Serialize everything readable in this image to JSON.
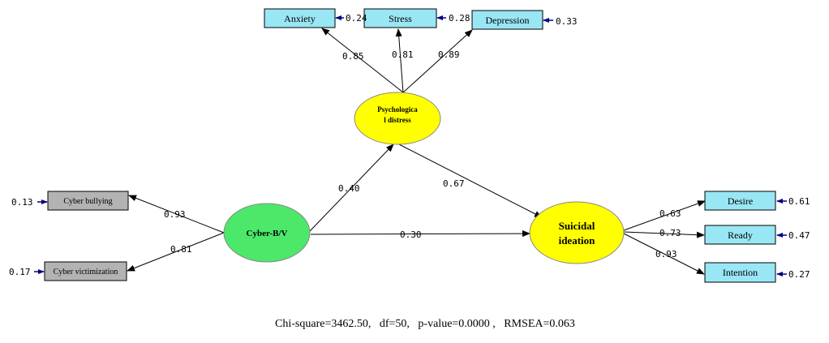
{
  "colors": {
    "indicator_box": "#99E6F5",
    "cyber_box": "#B3B3B3",
    "psych_ellipse": "#FFFF00",
    "cyber_ellipse": "#4CE86A",
    "suicidal_ellipse": "#FFFF00",
    "arrow": "#000000",
    "error_arrow": "#000080"
  },
  "nodes": {
    "anxiety": "Anxiety",
    "stress": "Stress",
    "depression": "Depression",
    "psych_line1": "Psychologica",
    "psych_line2": "l distress",
    "cyber_bullying": "Cyber bullying",
    "cyber_victimization": "Cyber victimization",
    "cyber_bv": "Cyber-B/V",
    "suicidal_line1": "Suicidal",
    "suicidal_line2": "ideation",
    "desire": "Desire",
    "ready": "Ready",
    "intention": "Intention"
  },
  "errors": {
    "anxiety": "0.24",
    "stress": "0.28",
    "depression": "0.33",
    "cyber_bullying": "0.13",
    "cyber_victimization": "0.17",
    "desire": "0.61",
    "ready": "0.47",
    "intention": "0.27"
  },
  "paths": {
    "psych_anxiety": "0.85",
    "psych_stress": "0.81",
    "psych_depression": "0.89",
    "cyber_psych": "0.40",
    "psych_suicidal": "0.67",
    "cyber_suicidal": "0.30",
    "cyber_bullying": "0.93",
    "cyber_victimization": "0.81",
    "suicidal_desire": "0.63",
    "suicidal_ready": "0.73",
    "suicidal_intention": "0.93"
  },
  "fit": "Chi-square=3462.50,   df=50,   p-value=0.0000 ,   RMSEA=0.063"
}
